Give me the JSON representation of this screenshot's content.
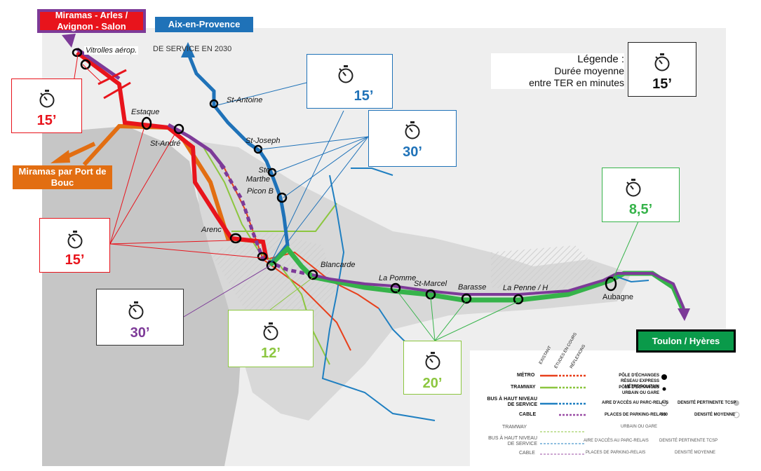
{
  "header": {
    "partial_title": "DE SERVICE EN 2030"
  },
  "destinations": {
    "miramas_arles": "Miramas  - Arles / Avignon - Salon",
    "aix": "Aix-en-Provence",
    "miramas_bouc": "Miramas par Port de Bouc",
    "toulon": "Toulon / Hyères"
  },
  "stations": [
    {
      "id": "vitrolles",
      "label": "Vitrolles aérop."
    },
    {
      "id": "estaque",
      "label": "Estaque"
    },
    {
      "id": "st-andre",
      "label": "St-André"
    },
    {
      "id": "st-antoine",
      "label": "St-Antoine"
    },
    {
      "id": "st-joseph",
      "label": "St-Joseph"
    },
    {
      "id": "ste-marthe",
      "label": "Ste Marthe"
    },
    {
      "id": "picon",
      "label": "Picon B"
    },
    {
      "id": "arenc",
      "label": "Arenc"
    },
    {
      "id": "blancarde",
      "label": "Blancarde"
    },
    {
      "id": "la-pomme",
      "label": "La Pomme"
    },
    {
      "id": "st-marcel",
      "label": "St-Marcel"
    },
    {
      "id": "barasse",
      "label": "Barasse"
    },
    {
      "id": "la-penne",
      "label": "La Penne / H"
    },
    {
      "id": "aubagne",
      "label": "Aubagne"
    }
  ],
  "intervals": {
    "west_top": "15’",
    "west_bottom": "15’",
    "north_a": "15’",
    "north_b": "30’",
    "cable": "30’",
    "center": "12’",
    "east_inner": "20’",
    "east_outer": "8,5’"
  },
  "legend_box": {
    "title": "Légende :",
    "line1": "Durée moyenne",
    "line2": "entre TER en minutes",
    "example": "15’"
  },
  "map_legend": {
    "col_headers": [
      "EXISTANT",
      "ÉTUDES EN COURS",
      "RÉFLEXIONS"
    ],
    "modes": [
      {
        "label": "MÉTRO",
        "color": "#e8401c"
      },
      {
        "label": "TRAMWAY",
        "color": "#8cc63f"
      },
      {
        "label": "BUS À HAUT NIVEAU DE SERVICE",
        "color": "#1f7fc1"
      },
      {
        "label": "CABLE",
        "color": "#9b4fa6"
      }
    ],
    "poles": [
      "PÔLE D'ÉCHANGES RÉSEAU EXPRESS MÉTROPOLITAIN",
      "PÔLE D'ÉCHANGES URBAIN OU GARE",
      "AIRE D'ACCÈS AU PARC-RELAIS",
      "PLACES DE PARKING-RELAIS"
    ],
    "parking_count": "500",
    "density": [
      "DENSITÉ PERTINENTE TCSP",
      "DENSITÉ MOYENNE"
    ],
    "repeat_modes": [
      "TRAMWAY",
      "BUS À HAUT NIVEAU DE SERVICE",
      "CABLE"
    ],
    "repeat_poles": [
      "URBAIN OU GARE",
      "AIRE D'ACCÈS AU PARC-RELAIS",
      "PLACES DE PARKING-RELAIS"
    ],
    "repeat_density": [
      "DENSITÉ PERTINENTE TCSP",
      "DENSITÉ MOYENNE"
    ]
  },
  "colors": {
    "ter_red": "#e8141c",
    "ter_orange": "#e26e12",
    "ter_purple": "#7d3a98",
    "ter_green": "#36b34a",
    "bhns_blue": "#1f7fc1",
    "aix_blue": "#1f72b8",
    "toulon_green": "#0a9a4a",
    "tram_lime": "#8cc63f"
  }
}
